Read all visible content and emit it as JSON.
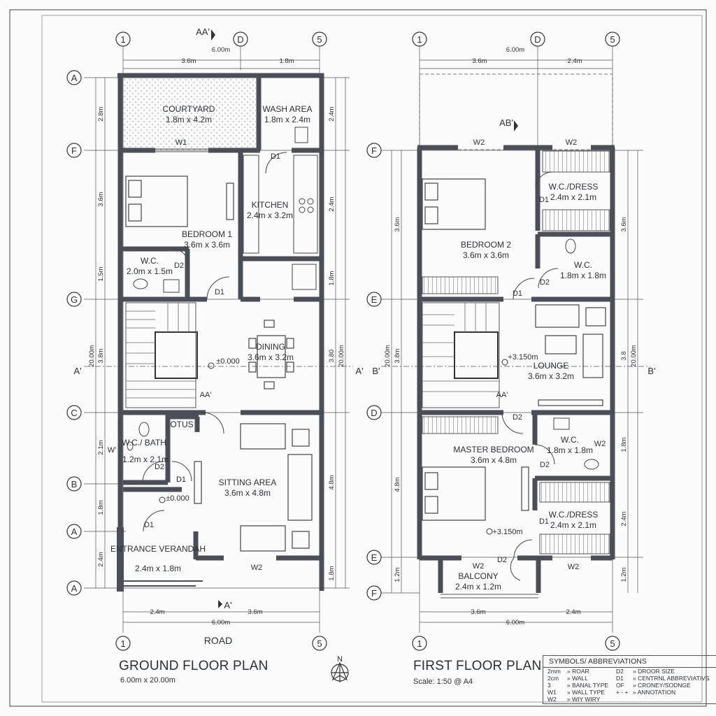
{
  "ground_floor": {
    "title": "GROUND FLOOR PLAN",
    "subtitle": "6.00m x 20.00m",
    "road_label": "ROAD",
    "rooms": [
      {
        "name": "COURTYARD",
        "size": "1.8m x 4.2m"
      },
      {
        "name": "WASH AREA",
        "size": "1.8m x 2.4m"
      },
      {
        "name": "KITCHEN",
        "size": "2.4m x 3.2m"
      },
      {
        "name": "BEDROOM 1",
        "size": "3.6m x 3.6m"
      },
      {
        "name": "W.C.",
        "size": "2.0m x 1.5m"
      },
      {
        "name": "DINING",
        "size": "3.6m x 3.2m"
      },
      {
        "name": "W.C./ BATH",
        "size": "1.2m x 2.1m"
      },
      {
        "name": "OTUS",
        "size": ""
      },
      {
        "name": "SITTING AREA",
        "size": "3.6m x 4.8m"
      },
      {
        "name": "ENTRANCE VERANDAH",
        "size": "2.4m x 1.8m"
      }
    ],
    "levels": [
      "±0.000",
      "±0.000"
    ],
    "top_dims": [
      "6.00m",
      "3.6m",
      "1.8m"
    ],
    "bottom_dims": [
      "2.4m",
      "3.6m",
      "6.00m"
    ],
    "left_dims": [
      "2.8m",
      "3.6m",
      "1.5m",
      "3.8m",
      "2.1m",
      "1.8m",
      "2.4m"
    ],
    "right_dims": [
      "2.4m",
      "2.4m",
      "1.8m",
      "3.80",
      "4.8m",
      "1.8m"
    ],
    "total_dims": [
      "20.00m",
      "20.00m"
    ],
    "grid_rows": [
      "A",
      "F",
      "G",
      "A'",
      "C",
      "W'",
      "B",
      "A",
      "A"
    ],
    "grid_cols": [
      "1",
      "D",
      "5",
      "1",
      "5"
    ],
    "section_marks": [
      "AA'",
      "AA'",
      "A'"
    ],
    "tags": [
      "W1",
      "D1",
      "D2",
      "D1",
      "D2",
      "D1",
      "D1",
      "W2"
    ]
  },
  "first_floor": {
    "title": "FIRST FLOOR PLAN",
    "subtitle": "Scale: 1:50 @ A4",
    "rooms": [
      {
        "name": "W.C./DRESS",
        "size": "2.4m x 2.1m"
      },
      {
        "name": "BEDROOM 2",
        "size": "3.6m x 3.6m"
      },
      {
        "name": "W.C.",
        "size": "1.8m x 1.8m"
      },
      {
        "name": "LOUNGE",
        "size": "3.6m x 3.2m"
      },
      {
        "name": "MASTER BEDROOM",
        "size": "3.6m x 4.8m"
      },
      {
        "name": "W.C.",
        "size": "1.8m x 1.8m"
      },
      {
        "name": "W.C./DRESS",
        "size": "2.4m x 2.1m"
      },
      {
        "name": "BALCONY",
        "size": "2.4m x 1.2m"
      }
    ],
    "levels": [
      "+3.150m",
      "+3.150m"
    ],
    "top_dims": [
      "6.00m",
      "3.6m",
      "2.4m"
    ],
    "bottom_dims": [
      "3.6m",
      "2.4m",
      "6.00m"
    ],
    "left_dims": [
      "3.6m",
      "3.8m",
      "4.8m",
      "1.2m"
    ],
    "right_dims": [
      "3.6m",
      "3.8",
      "1.8m",
      "2.4m",
      "1.2m"
    ],
    "total_dims": [
      "20.00m",
      "20.00m"
    ],
    "grid_rows": [
      "F",
      "E",
      "B'",
      "D",
      "E",
      "F"
    ],
    "grid_cols": [
      "1",
      "D",
      "5",
      "1",
      "5"
    ],
    "section_marks": [
      "AB'",
      "AA'",
      "B'"
    ],
    "tags": [
      "W2",
      "W2",
      "D1",
      "D1",
      "D2",
      "D2",
      "D2",
      "W2",
      "D1",
      "W2",
      "D2",
      "W2"
    ]
  },
  "north": "N",
  "legend": {
    "title": "SYMBOLS/ ABBREVIATIONS",
    "rows": [
      [
        "2mm",
        "» ROAR",
        "D2",
        "» DROOR SIZE"
      ],
      [
        "2cm",
        "» WALL",
        "D1",
        "» CENTRNL ABBREVIATIVS"
      ],
      [
        "3",
        "» BANAL TYPE",
        "OF",
        "» CRONEY/SODNGE"
      ],
      [
        "W1",
        "» WALL TYPE",
        "+ - +",
        "» ANNOTATION"
      ],
      [
        "W2",
        "» WIY WIRY",
        "",
        ""
      ]
    ]
  }
}
